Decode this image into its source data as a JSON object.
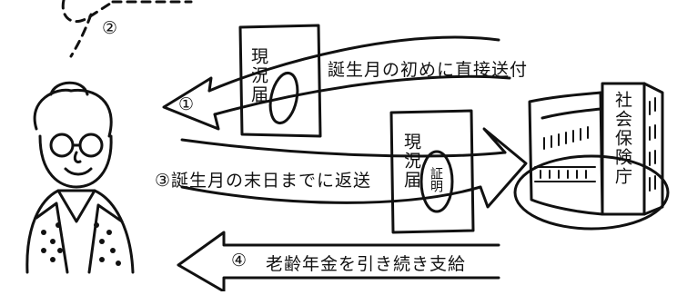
{
  "steps": {
    "step1_marker": "①",
    "step2_marker": "②",
    "step3_text": "③誕生月の末日までに返送",
    "step4_marker": "④",
    "step4_text": "老齢年金を引き続き支給",
    "send_text": "誕生月の初めに直接送付"
  },
  "documents": {
    "doc1_label": "現況届",
    "doc2_label": "現況届",
    "stamp_label": "証明"
  },
  "office": {
    "name": "社会保険庁"
  }
}
